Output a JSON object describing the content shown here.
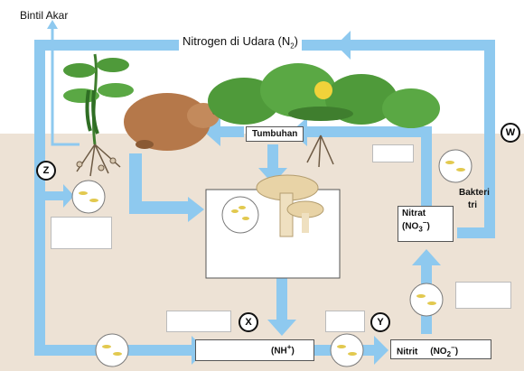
{
  "labels": {
    "nodule": "Bintil Akar",
    "atmosphere_prefix": "Nitrogen di Udara (N",
    "atmosphere_sub": "2",
    "atmosphere_suffix": ")",
    "plants": "Tumbuhan",
    "bacteria": "Bakteri",
    "bacteria_tail": "tri",
    "nitrate": "Nitrat",
    "nitrate_formula_a": "(NO",
    "nitrate_formula_sub": "3",
    "nitrate_formula_sup": "−",
    "nitrate_formula_b": ")",
    "ammonium_a": "(NH",
    "ammonium_sup": "+",
    "ammonium_b": ")",
    "nitrite": "Nitrit",
    "nitrite_formula_a": "(NO",
    "nitrite_formula_sub": "2",
    "nitrite_formula_sup": "−",
    "nitrite_formula_b": ")"
  },
  "markers": {
    "w": "W",
    "x": "X",
    "y": "Y",
    "z": "Z"
  },
  "colors": {
    "arrow": "#8ec9ef",
    "soil": "#ede2d5",
    "sky": "#ffffff",
    "leaf": "#4f9a3a",
    "mole": "#b5784a",
    "mushroom": "#e8d3a6",
    "bacteria": "#e2c94f"
  },
  "icons": [
    "plant-icon",
    "mole-icon",
    "pumpkin-plant-icon",
    "mushroom-icon",
    "bacteria-icon"
  ]
}
